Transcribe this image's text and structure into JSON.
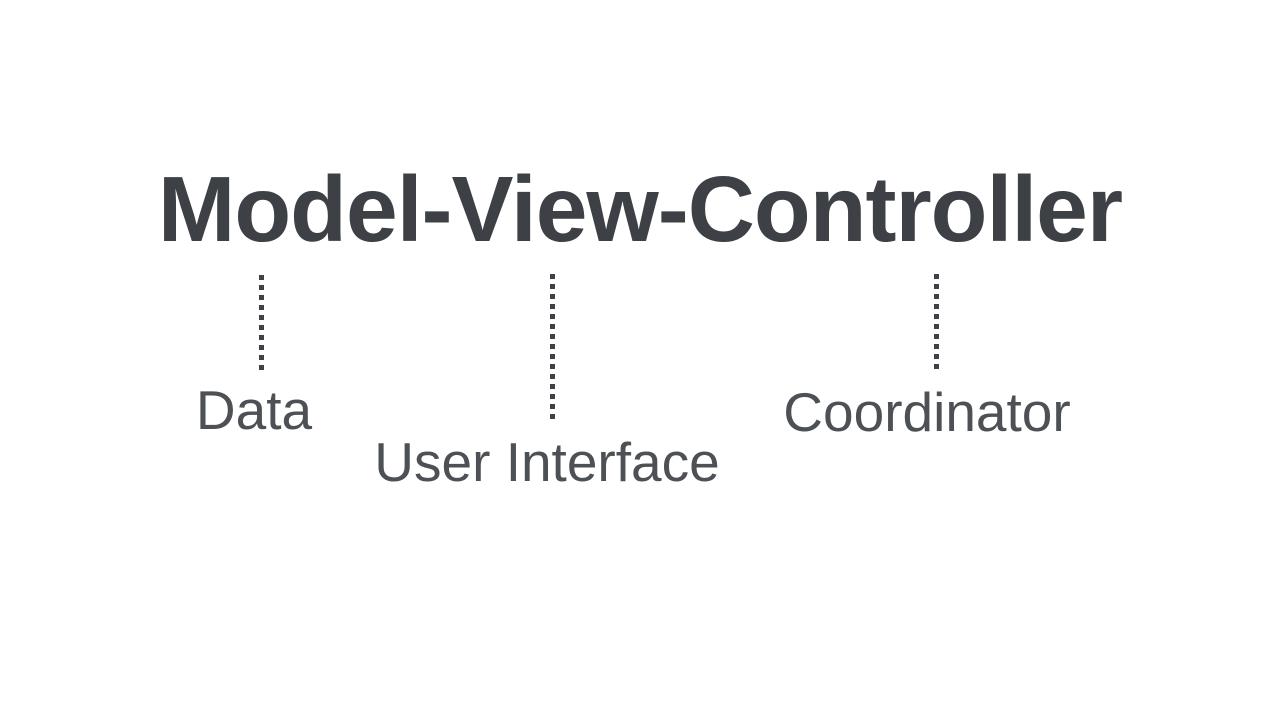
{
  "diagram": {
    "title": "Model-View-Controller",
    "items": [
      {
        "term": "Model",
        "label": "Data"
      },
      {
        "term": "View",
        "label": "User Interface"
      },
      {
        "term": "Controller",
        "label": "Coordinator"
      }
    ]
  },
  "colors": {
    "background": "#ffffff",
    "title": "#3d4145",
    "label": "#4d5156",
    "dots": "#3e4247"
  }
}
